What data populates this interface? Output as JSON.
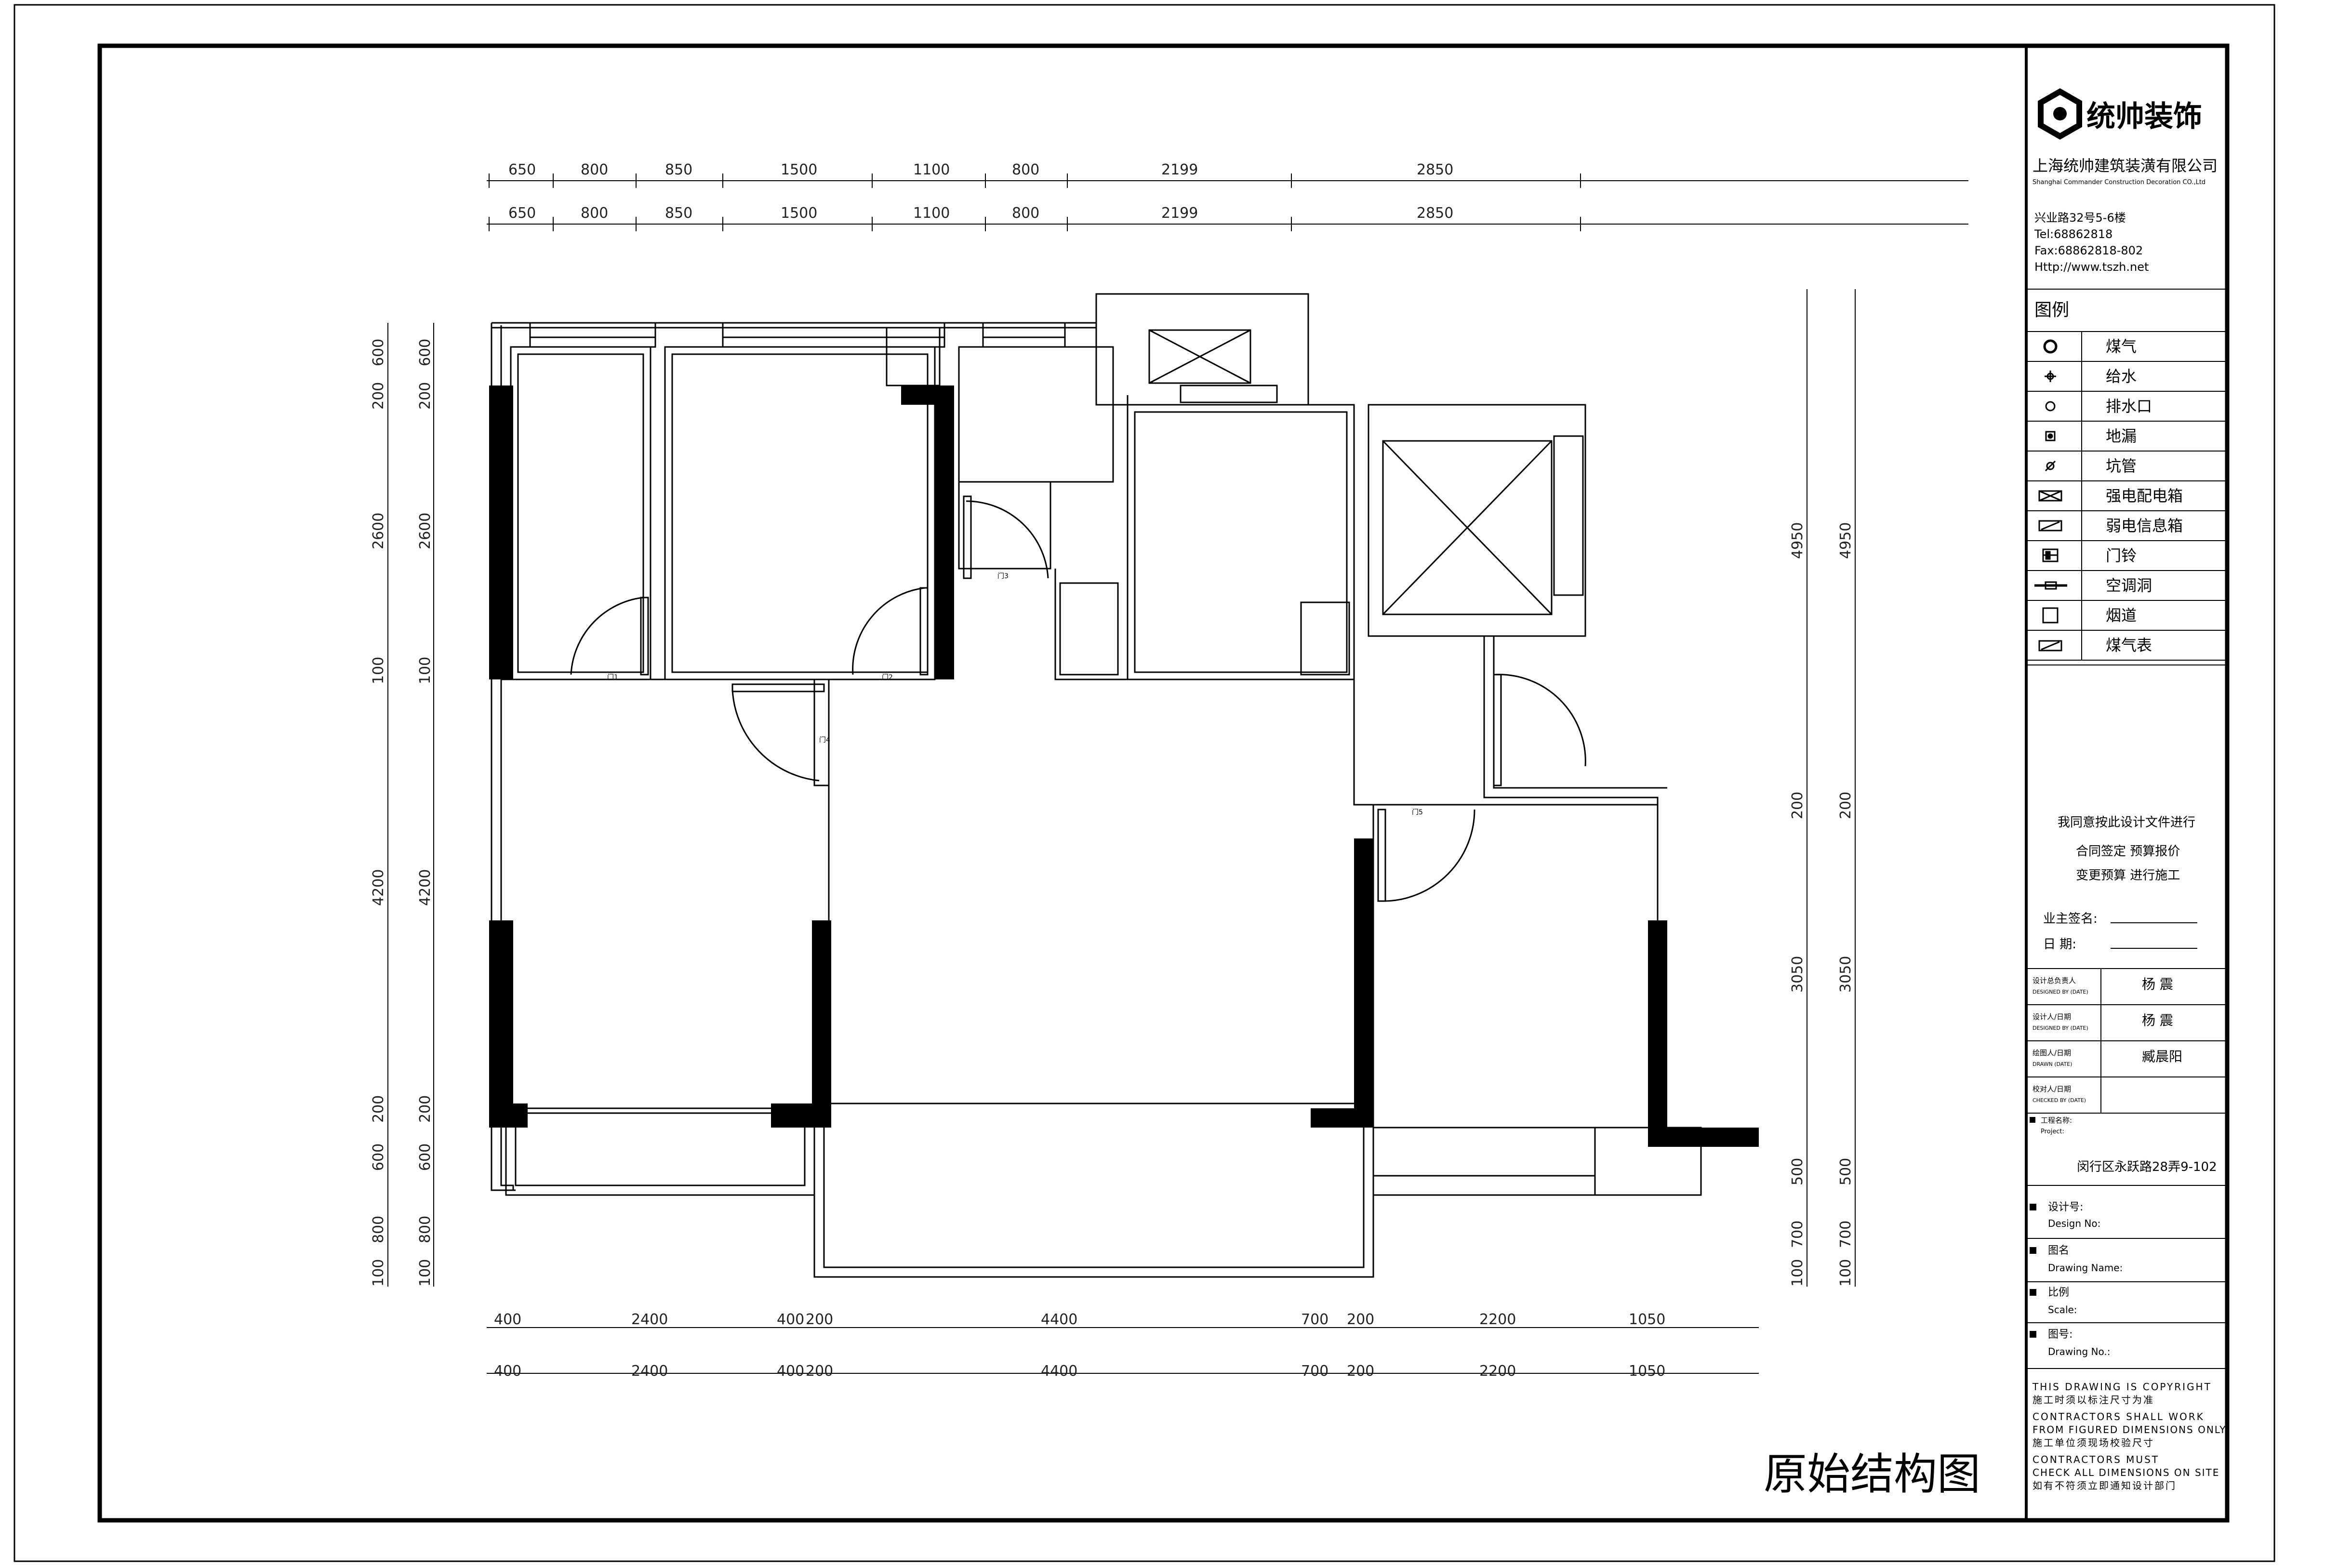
{
  "title_block": {
    "brand": "统帅装饰",
    "company_cn": "上海统帅建筑装潢有限公司",
    "company_en": "Shanghai Commander Construction Decoration CO.,Ltd",
    "address": "兴业路32号5-6楼",
    "tel": "Tel:68862818",
    "fax": "Fax:68862818-802",
    "web": "Http://www.tszh.net",
    "legend_title": "图例",
    "legend": [
      {
        "icon": "gas-icon",
        "label": "煤气"
      },
      {
        "icon": "water-supply-icon",
        "label": "给水"
      },
      {
        "icon": "drain-outlet-icon",
        "label": "排水口"
      },
      {
        "icon": "floor-drain-icon",
        "label": "地漏"
      },
      {
        "icon": "pipe-icon",
        "label": "坑管"
      },
      {
        "icon": "power-box-icon",
        "label": "强电配电箱"
      },
      {
        "icon": "signal-box-icon",
        "label": "弱电信息箱"
      },
      {
        "icon": "doorbell-icon",
        "label": "门铃"
      },
      {
        "icon": "ac-hole-icon",
        "label": "空调洞"
      },
      {
        "icon": "flue-icon",
        "label": "烟道"
      },
      {
        "icon": "gas-meter-icon",
        "label": "煤气表"
      }
    ],
    "agreement": [
      "我同意按此设计文件进行",
      "合同签定  预算报价",
      "变更预算  进行施工"
    ],
    "owner_sign_label": "业主签名:",
    "date_label": "日    期:",
    "staff": [
      {
        "role_cn": "设计总负责人",
        "role_en": "DESIGNED BY (DATE)",
        "name": "杨 震"
      },
      {
        "role_cn": "设计人/日期",
        "role_en": "DESIGNED BY (DATE)",
        "name": "杨 震"
      },
      {
        "role_cn": "绘图人/日期",
        "role_en": "DRAWN (DATE)",
        "name": "臧晨阳"
      },
      {
        "role_cn": "校对人/日期",
        "role_en": "CHECKED BY (DATE)",
        "name": ""
      }
    ],
    "project_label_cn": "工程名称:",
    "project_label_en": "Project:",
    "project_name": "闵行区永跃路28弄9-102",
    "fields": [
      {
        "cn": "设计号:",
        "en": "Design No:"
      },
      {
        "cn": "图名",
        "en": "Drawing Name:"
      },
      {
        "cn": "比例",
        "en": "Scale:"
      },
      {
        "cn": "图号:",
        "en": "Drawing No.:"
      }
    ],
    "notes": [
      "THIS DRAWING IS COPYRIGHT",
      "施工时须以标注尺寸为准",
      "CONTRACTORS SHALL WORK",
      "FROM FIGURED DIMENSIONS ONLY",
      "施工单位须现场校验尺寸",
      "CONTRACTORS MUST",
      "CHECK ALL DIMENSIONS ON SITE",
      "如有不符须立即通知设计部门"
    ]
  },
  "drawing_title": "原始结构图",
  "dimensions": {
    "top": [
      "650",
      "800",
      "850",
      "1500",
      "1100",
      "800",
      "2199",
      "2850"
    ],
    "bottom": [
      "400",
      "2400",
      "400",
      "200",
      "4400",
      "700",
      "200",
      "2200",
      "1050"
    ],
    "left": [
      "600",
      "200",
      "2600",
      "100",
      "4200",
      "200",
      "600",
      "800",
      "100"
    ],
    "right": [
      "4950",
      "200",
      "3050",
      "500",
      "700",
      "100"
    ]
  },
  "room_labels": [
    {
      "key": "door1",
      "text": "门1"
    },
    {
      "key": "door2",
      "text": "门2"
    },
    {
      "key": "door3",
      "text": "门3"
    },
    {
      "key": "door4",
      "text": "门4"
    },
    {
      "key": "door5",
      "text": "门5"
    }
  ]
}
